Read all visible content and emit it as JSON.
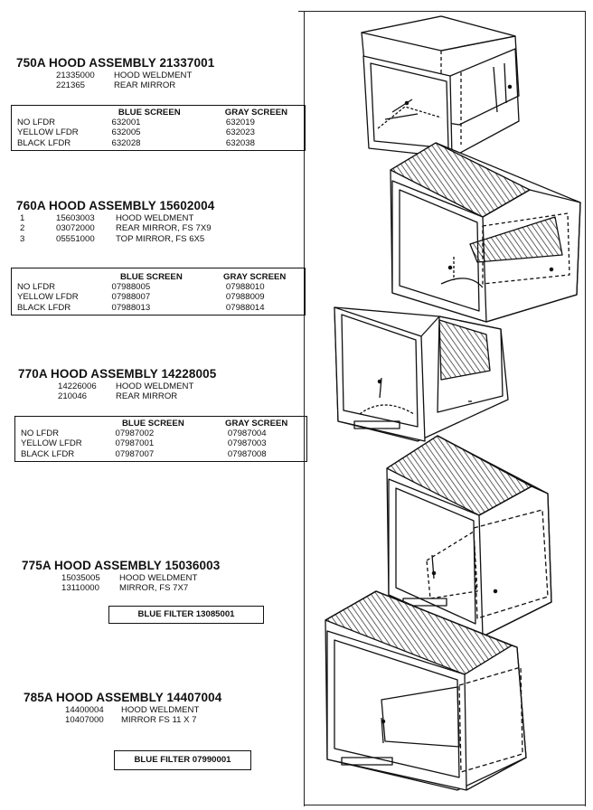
{
  "assemblies": [
    {
      "title": "750A HOOD ASSEMBLY 21337001",
      "parts": [
        {
          "ref": "",
          "number": "21335000",
          "desc": "HOOD WELDMENT"
        },
        {
          "ref": "",
          "number": "221365",
          "desc": "REAR MIRROR"
        }
      ],
      "screen_table": {
        "headers": [
          "",
          "BLUE SCREEN",
          "GRAY SCREEN"
        ],
        "rows": [
          [
            "NO LFDR",
            "632001",
            "632019"
          ],
          [
            "YELLOW LFDR",
            "632005",
            "632023"
          ],
          [
            "BLACK LFDR",
            "632028",
            "632038"
          ]
        ]
      }
    },
    {
      "title": "760A HOOD ASSEMBLY 15602004",
      "parts": [
        {
          "ref": "1",
          "number": "15603003",
          "desc": "HOOD WELDMENT"
        },
        {
          "ref": "2",
          "number": "03072000",
          "desc": "REAR MIRROR, FS 7X9"
        },
        {
          "ref": "3",
          "number": "05551000",
          "desc": "TOP MIRROR, FS  6X5"
        }
      ],
      "screen_table": {
        "headers": [
          "",
          "BLUE SCREEN",
          "GRAY SCREEN"
        ],
        "rows": [
          [
            "NO LFDR",
            "07988005",
            "07988010"
          ],
          [
            "YELLOW LFDR",
            "07988007",
            "07988009"
          ],
          [
            "BLACK LFDR",
            "07988013",
            "07988014"
          ]
        ]
      }
    },
    {
      "title": "770A HOOD ASSEMBLY 14228005",
      "parts": [
        {
          "ref": "",
          "number": "14226006",
          "desc": "HOOD WELDMENT"
        },
        {
          "ref": "",
          "number": "210046",
          "desc": "REAR MIRROR"
        }
      ],
      "screen_table": {
        "headers": [
          "",
          "BLUE SCREEN",
          "GRAY SCREEN"
        ],
        "rows": [
          [
            "NO LFDR",
            "07987002",
            "07987004"
          ],
          [
            "YELLOW LFDR",
            "07987001",
            "07987003"
          ],
          [
            "BLACK LFDR",
            "07987007",
            "07987008"
          ]
        ]
      }
    },
    {
      "title": "775A HOOD ASSEMBLY 15036003",
      "parts": [
        {
          "ref": "",
          "number": "15035005",
          "desc": "HOOD WELDMENT"
        },
        {
          "ref": "",
          "number": "13110000",
          "desc": "MIRROR, FS 7X7"
        }
      ],
      "filter": "BLUE FILTER 13085001"
    },
    {
      "title": "785A HOOD ASSEMBLY 14407004",
      "parts": [
        {
          "ref": "",
          "number": "14400004",
          "desc": "HOOD WELDMENT"
        },
        {
          "ref": "",
          "number": "10407000",
          "desc": "MIRROR FS  11 X 7"
        }
      ],
      "filter": "BLUE FILTER 07990001"
    }
  ]
}
